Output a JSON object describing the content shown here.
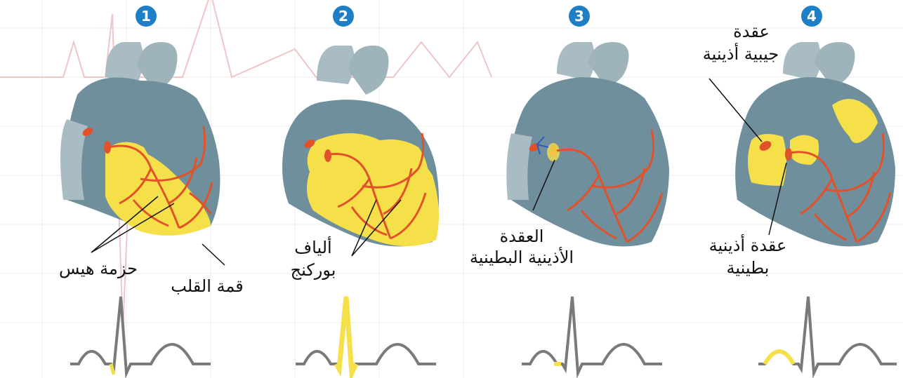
{
  "panels": [
    {
      "number": "1",
      "labels": [
        "حزمة هيس",
        "قمة القلب"
      ]
    },
    {
      "number": "2",
      "labels": [
        "ألياف",
        "بوركنج"
      ]
    },
    {
      "number": "3",
      "labels": [
        "العقدة",
        "الأذينية البطينية"
      ]
    },
    {
      "number": "4",
      "labels": [
        "عقدة",
        "جيبية أذينية",
        "عقدة أذينية",
        "بطينية"
      ]
    }
  ],
  "colors": {
    "heart_muscle": "#6f8f9c",
    "heart_light": "#a9bcc4",
    "vessel": "#9fb3bb",
    "impulse_yellow": "#f5e04a",
    "conduction_red": "#e2522a",
    "badge_blue": "#1e7fc7",
    "ecg_gray": "#7a7a7a",
    "bg_trace": "#f0c5c5"
  }
}
